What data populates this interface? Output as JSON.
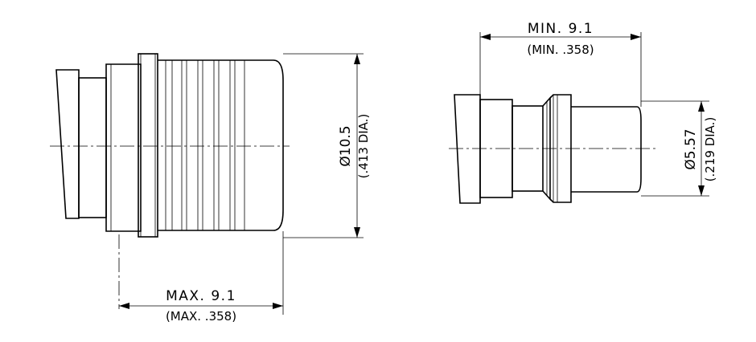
{
  "left_view": {
    "length_label": "MAX. 9.1",
    "length_label_inch": "(MAX. .358)",
    "diameter_label": "Ø10.5",
    "diameter_label_inch": "(.413 DIA.)"
  },
  "right_view": {
    "length_label": "MIN. 9.1",
    "length_label_inch": "(MIN. .358)",
    "diameter_label": "Ø5.57",
    "diameter_label_inch": "(.219 DIA.)"
  }
}
